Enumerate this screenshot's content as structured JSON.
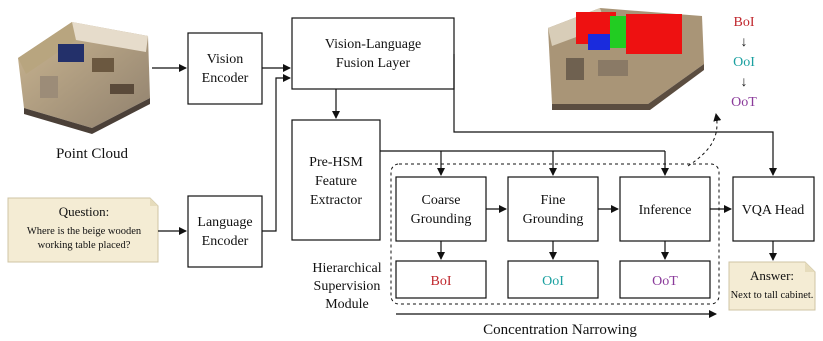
{
  "labels": {
    "point_cloud": "Point Cloud",
    "vision_encoder": [
      "Vision",
      "Encoder"
    ],
    "language_encoder": [
      "Language",
      "Encoder"
    ],
    "fusion_layer": [
      "Vision-Language",
      "Fusion Layer"
    ],
    "pre_hsm": [
      "Pre-HSM",
      "Feature",
      "Extractor"
    ],
    "coarse_grounding": [
      "Coarse",
      "Grounding"
    ],
    "fine_grounding": [
      "Fine",
      "Grounding"
    ],
    "inference": "Inference",
    "vqa_head": "VQA Head",
    "hsm_module": [
      "Hierarchical",
      "Supervision",
      "Module"
    ],
    "concentration_narrowing": "Concentration Narrowing"
  },
  "question": {
    "title": "Question:",
    "lines": [
      "Where is the beige wooden",
      "working table placed?"
    ]
  },
  "answer": {
    "title": "Answer:",
    "text": "Next to tall cabinet."
  },
  "stage_outputs": [
    "BoI",
    "OoI",
    "OoT"
  ],
  "legend": [
    "BoI",
    "↓",
    "OoI",
    "↓",
    "OoT"
  ],
  "colors": {
    "boi": "#c0272d",
    "ooi": "#1aa0a0",
    "oot": "#8a3a9a",
    "note_fill": "#f4ecd4",
    "note_stroke": "#cfc4a4"
  }
}
